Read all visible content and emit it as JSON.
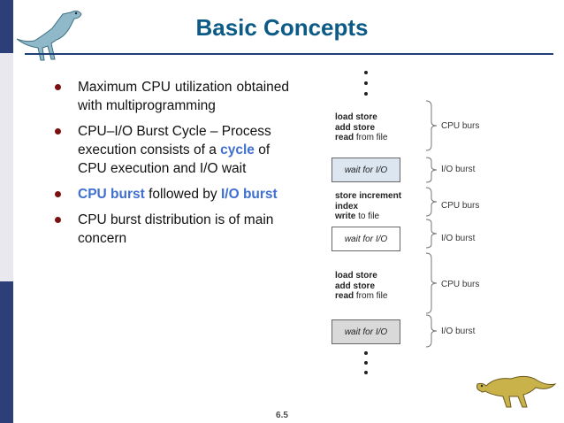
{
  "slide": {
    "title": "Basic Concepts",
    "page_number": "6.5"
  },
  "bullets": {
    "b1": "Maximum CPU utilization obtained with multiprogramming",
    "b2_pre": "CPU–I/O Burst Cycle – Process execution consists of a ",
    "b2_hl": "cycle",
    "b2_post": " of CPU execution and I/O wait",
    "b3_hl1": "CPU burst",
    "b3_mid": " followed by ",
    "b3_hl2": "I/O burst",
    "b4": "CPU burst distribution is of main concern"
  },
  "diagram": {
    "block1": {
      "line1": "load store",
      "line2": "add store",
      "line3_b": "read",
      "line3_r": " from file"
    },
    "wait1": "wait for I/O",
    "block2": {
      "line1": "store increment",
      "line2": "index",
      "line3_b": "write",
      "line3_r": " to file"
    },
    "wait2": "wait for I/O",
    "block3": {
      "line1": "load store",
      "line2": "add store",
      "line3_b": "read",
      "line3_r": " from file"
    },
    "wait3": "wait for I/O",
    "labels": {
      "cpu1": "CPU burs",
      "io1": "I/O burst",
      "cpu2": "CPU burs",
      "io2": "I/O burst",
      "cpu3": "CPU burs",
      "io3": "I/O burst"
    }
  },
  "colors": {
    "title": "#0c5a86",
    "highlight": "#3f6fd0",
    "wait_box_fill": "#dbe6f1",
    "wait_box_plain": "#ffffff",
    "wait_box_gray": "#d9d9d9"
  }
}
